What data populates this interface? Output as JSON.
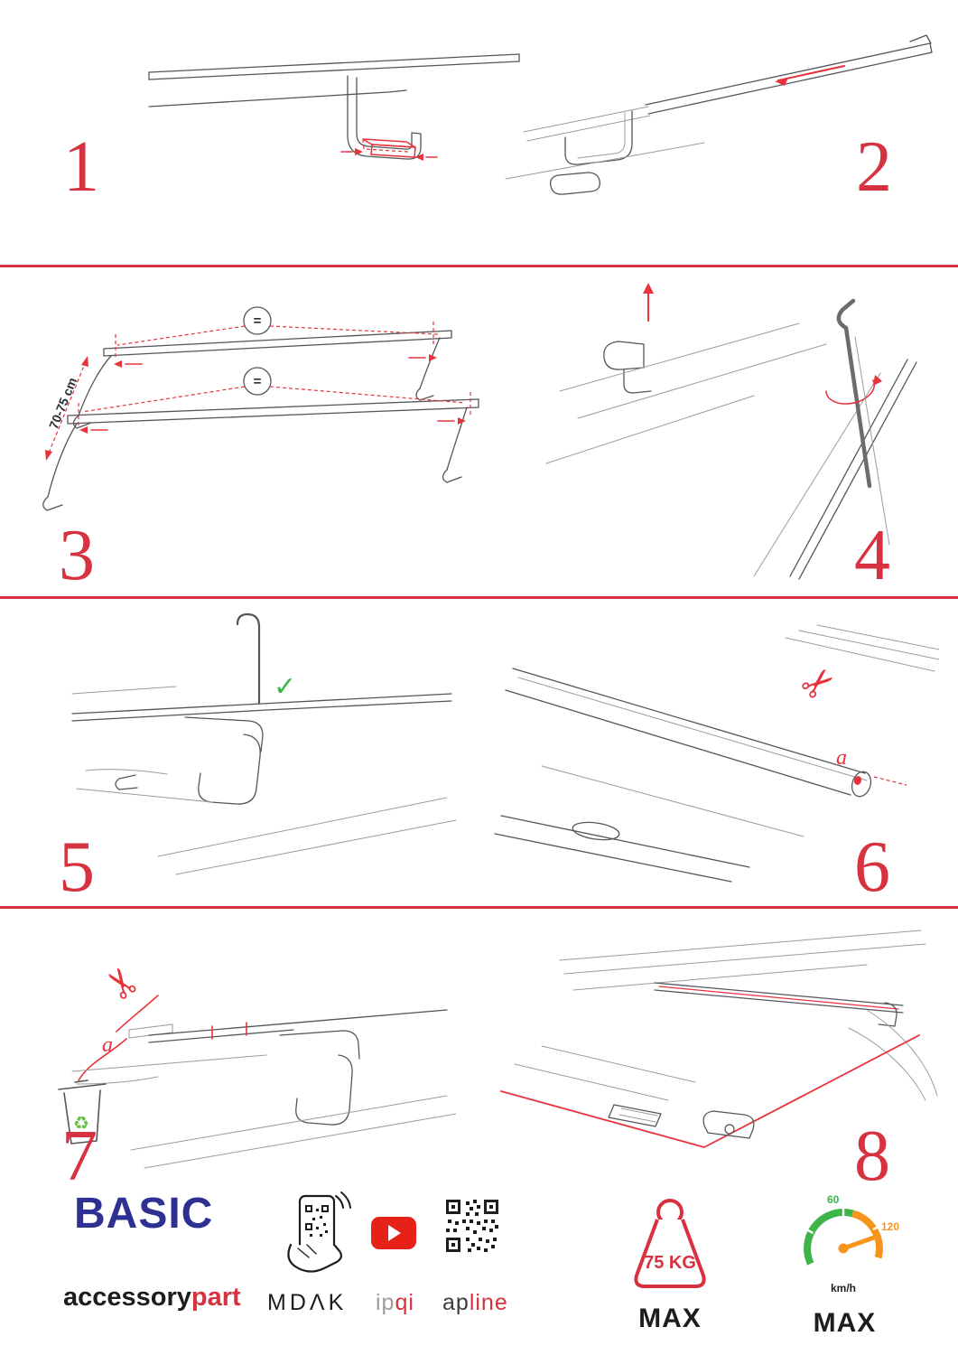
{
  "colors": {
    "accent_red": "#d6323f",
    "drawing_red": "#e8323c",
    "brand_blue": "#2e3192",
    "check_green": "#3db54b",
    "recycle_green": "#6abf45",
    "gauge_green": "#3db54b",
    "gauge_orange": "#f7941d",
    "line_gray": "#54565a"
  },
  "steps": [
    {
      "number": "1"
    },
    {
      "number": "2"
    },
    {
      "number": "3"
    },
    {
      "number": "4"
    },
    {
      "number": "5"
    },
    {
      "number": "6"
    },
    {
      "number": "7"
    },
    {
      "number": "8"
    }
  ],
  "annotations": {
    "equals": "=",
    "distance": "70-75 cm",
    "cut_label": "a"
  },
  "icons": {
    "scissors": "✂",
    "check": "✓",
    "recycle": "♻"
  },
  "footer": {
    "brand": "BASIC",
    "brand_sub": {
      "left": "accessory",
      "right": "part"
    },
    "mdak": "MDΛK",
    "ipqi": {
      "left": "ip",
      "right": "qi"
    },
    "apline": {
      "left": "ap",
      "right": "line"
    },
    "weight": {
      "value": "75 KG",
      "max": "MAX"
    },
    "speed": {
      "low": "60",
      "high": "120",
      "unit": "km/h",
      "max": "MAX"
    }
  }
}
